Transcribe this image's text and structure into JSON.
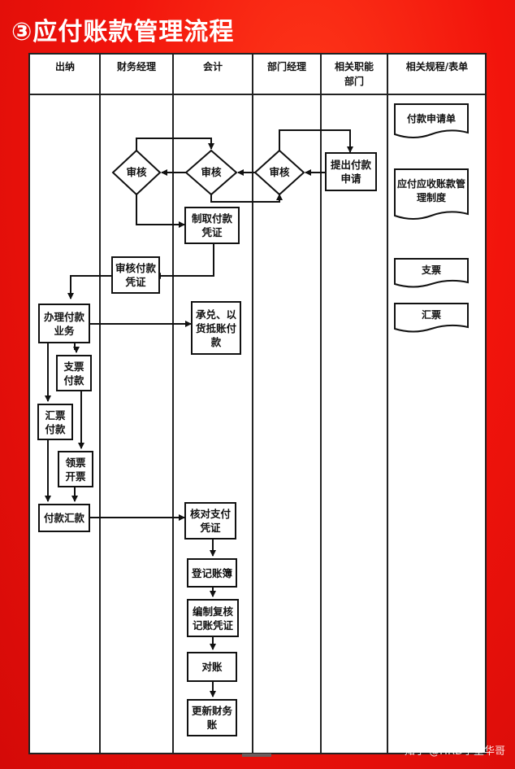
{
  "title": "③应付账款管理流程",
  "columns": [
    "出纳",
    "财务经理",
    "会计",
    "部门经理",
    "相关职能部门",
    "相关规程/表单"
  ],
  "steps": {
    "apply": "提出付款申请",
    "review_dept": "审核",
    "review_acct": "审核",
    "review_fm": "审核",
    "make_voucher": "制取付款凭证",
    "review_voucher": "审核付款凭证",
    "handle_payment": "办理付款业务",
    "accept": "承兑、以货抵账付款",
    "check_pay": "支票付款",
    "draft_pay": "汇票付款",
    "get_ticket": "领票开票",
    "remit": "付款汇款",
    "verify": "核对支付凭证",
    "ledger": "登记账簿",
    "compile": "编制复核记账凭证",
    "reconcile": "对账",
    "update": "更新财务账"
  },
  "forms": [
    "付款申请单",
    "应付应收账款管理制度",
    "支票",
    "汇票"
  ],
  "watermark": "知乎 @HRD学堂华哥"
}
